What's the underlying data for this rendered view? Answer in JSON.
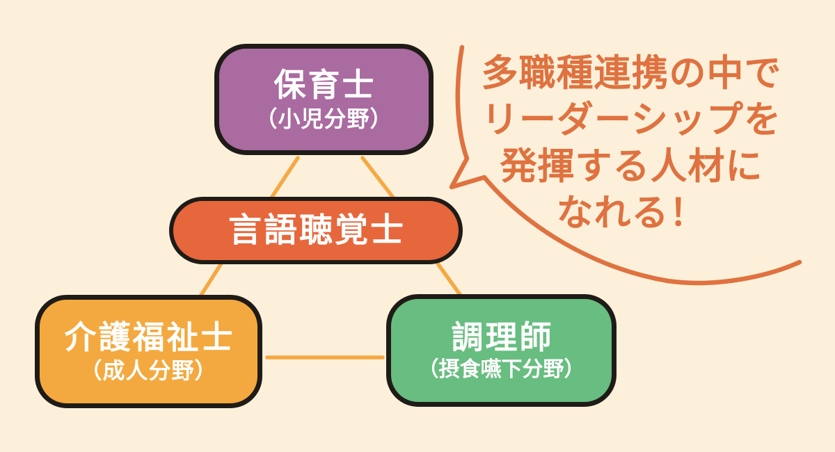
{
  "colors": {
    "background": "#fdf0da",
    "box_border": "#1f1b17",
    "node_childcare": "#a96ba0",
    "node_slp": "#e6673c",
    "node_careworker": "#f3a93f",
    "node_cook": "#68bd80",
    "triangle_line": "#f5a843",
    "speech": "#df7240",
    "text_white": "#ffffff"
  },
  "diagram": {
    "nodes": [
      {
        "id": "childcare-worker",
        "title": "保育士",
        "subtitle": "（小児分野）"
      },
      {
        "id": "speech-language-therapist",
        "title": "言語聴覚士",
        "subtitle": ""
      },
      {
        "id": "care-worker",
        "title": "介護福祉士",
        "subtitle": "（成人分野）"
      },
      {
        "id": "cook",
        "title": "調理師",
        "subtitle": "（摂食嚥下分野）"
      }
    ]
  },
  "speech_bubble": {
    "lines": [
      "多職種連携の中で",
      "リーダーシップを",
      "発揮する人材に",
      "なれる！"
    ]
  }
}
